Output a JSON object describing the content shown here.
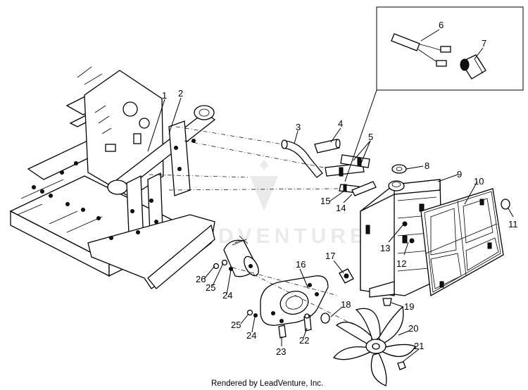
{
  "diagram": {
    "callouts": [
      {
        "id": "c1",
        "label": "1"
      },
      {
        "id": "c2",
        "label": "2"
      },
      {
        "id": "c3",
        "label": "3"
      },
      {
        "id": "c4",
        "label": "4"
      },
      {
        "id": "c5",
        "label": "5"
      },
      {
        "id": "c6",
        "label": "6"
      },
      {
        "id": "c7",
        "label": "7"
      },
      {
        "id": "c8",
        "label": "8"
      },
      {
        "id": "c9",
        "label": "9"
      },
      {
        "id": "c10",
        "label": "10"
      },
      {
        "id": "c11",
        "label": "11"
      },
      {
        "id": "c12",
        "label": "12"
      },
      {
        "id": "c13",
        "label": "13"
      },
      {
        "id": "c14",
        "label": "14"
      },
      {
        "id": "c15",
        "label": "15"
      },
      {
        "id": "c16",
        "label": "16"
      },
      {
        "id": "c17",
        "label": "17"
      },
      {
        "id": "c18",
        "label": "18"
      },
      {
        "id": "c19",
        "label": "19"
      },
      {
        "id": "c20",
        "label": "20"
      },
      {
        "id": "c21",
        "label": "21"
      },
      {
        "id": "c22",
        "label": "22"
      },
      {
        "id": "c23",
        "label": "23"
      },
      {
        "id": "c24a",
        "label": "24"
      },
      {
        "id": "c24b",
        "label": "24"
      },
      {
        "id": "c25a",
        "label": "25"
      },
      {
        "id": "c25b",
        "label": "25"
      },
      {
        "id": "c26",
        "label": "26"
      }
    ]
  },
  "watermark": {
    "text": "LEADVENTURE"
  },
  "footer": {
    "credit": "Rendered by LeadVenture, Inc."
  }
}
